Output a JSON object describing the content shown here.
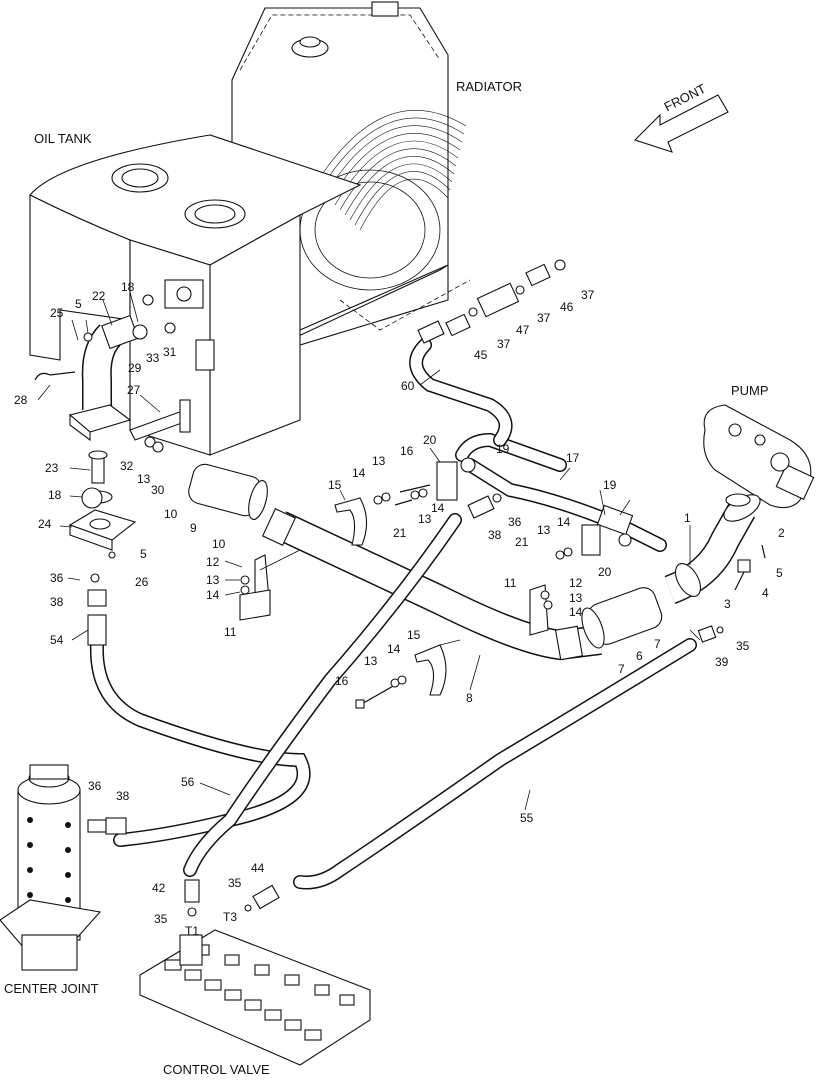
{
  "components": {
    "oil_tank": "OIL TANK",
    "radiator": "RADIATOR",
    "pump": "PUMP",
    "center_joint": "CENTER JOINT",
    "control_valve": "CONTROL VALVE",
    "front": "FRONT"
  },
  "port_labels": [
    "T1",
    "T3"
  ],
  "callouts": [
    "25",
    "5",
    "22",
    "18",
    "33",
    "31",
    "29",
    "27",
    "28",
    "32",
    "13",
    "30",
    "23",
    "18",
    "24",
    "5",
    "36",
    "26",
    "38",
    "54",
    "10",
    "9",
    "10",
    "12",
    "13",
    "14",
    "11",
    "15",
    "14",
    "13",
    "16",
    "21",
    "13",
    "14",
    "20",
    "19",
    "17",
    "19",
    "36",
    "38",
    "13",
    "14",
    "21",
    "20",
    "1",
    "2",
    "5",
    "4",
    "3",
    "11",
    "12",
    "13",
    "14",
    "7",
    "6",
    "7",
    "35",
    "39",
    "15",
    "13",
    "14",
    "16",
    "8",
    "56",
    "55",
    "36",
    "38",
    "42",
    "35",
    "44",
    "35",
    "60",
    "45",
    "37",
    "47",
    "37",
    "46",
    "37"
  ]
}
